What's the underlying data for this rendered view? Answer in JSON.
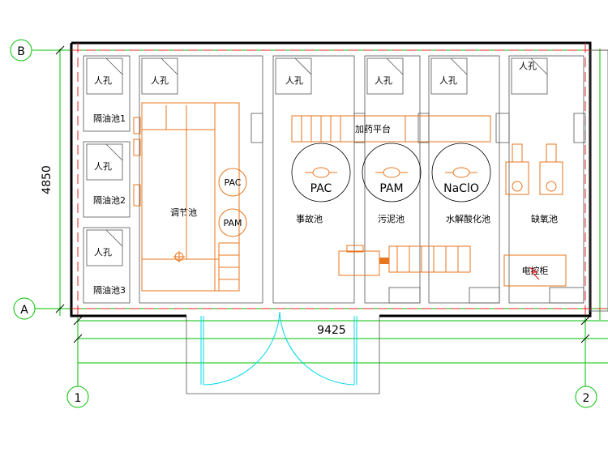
{
  "grid_labels": {
    "axis_b": "B",
    "axis_a": "A",
    "axis_1": "1",
    "axis_2": "2"
  },
  "dimensions": {
    "height": "4850",
    "width": "9425"
  },
  "manholes": [
    "人孔",
    "人孔",
    "人孔",
    "人孔",
    "人孔",
    "人孔",
    "人孔",
    "人孔"
  ],
  "tanks": {
    "oil_sep_1": "隔油池1",
    "oil_sep_2": "隔油池2",
    "oil_sep_3": "隔油池3",
    "regulating": "调节池",
    "accident": "事故池",
    "sludge": "污泥池",
    "hydrolysis": "水解酸化池",
    "anoxic": "缺氧池"
  },
  "dosing_platform": "加药平台",
  "chemicals": {
    "pac": "PAC",
    "pam": "PAM",
    "naclo": "NaClO"
  },
  "small_tanks": {
    "pac": "PAC",
    "pam": "PAM"
  },
  "control_cabinet": "电控柜",
  "colors": {
    "equipment": "#e8761e",
    "grid": "#00c000",
    "wall": "#000000",
    "axis_dash": "#e02020",
    "door": "#00d8e8"
  }
}
